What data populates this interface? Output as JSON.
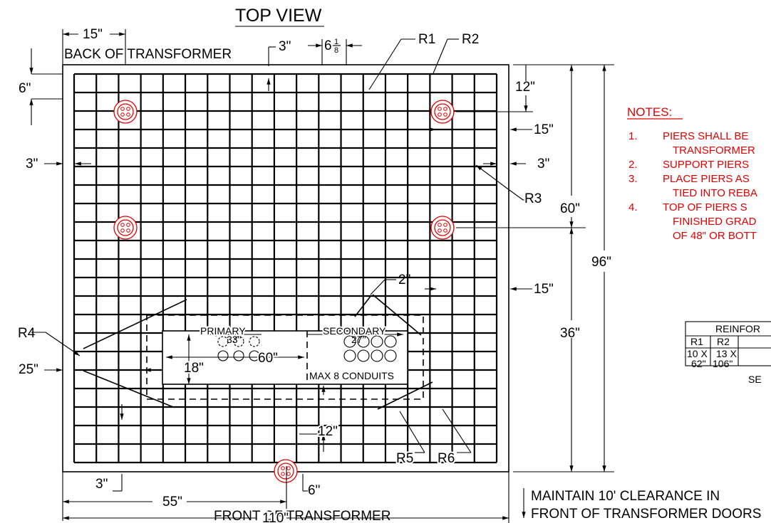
{
  "title": "TOP VIEW",
  "labels": {
    "back": "BACK OF TRANSFORMER",
    "front": "FRONT OF TRANSFORMER",
    "clearance_line1": "MAINTAIN 10' CLEARANCE IN",
    "clearance_line2": "FRONT OF TRANSFORMER DOORS",
    "primary": "PRIMARY",
    "primary_dim": "33\"",
    "secondary": "SECONDARY",
    "secondary_dim": "27\"",
    "max_conduits": "MAX 8 CONDUITS"
  },
  "rebar_labels": {
    "r1": "R1",
    "r2": "R2",
    "r3": "R3",
    "r4": "R4",
    "r5": "R5",
    "r6": "R6"
  },
  "dimensions": {
    "d15_top": "15\"",
    "d3_top": "3\"",
    "d6_1_8_whole": "6",
    "d6_1_8_num": "1",
    "d6_1_8_den": "8",
    "d6_left": "6\"",
    "d12_right": "12\"",
    "d15_right_upper": "15\"",
    "d3_left": "3\"",
    "d3_right": "3\"",
    "d60_right": "60\"",
    "d96_right": "96\"",
    "d2": "2\"",
    "d15_right_lower": "15\"",
    "d36_right": "36\"",
    "d18_window": "18\"",
    "d60_window": "60\"",
    "d25_left": "25\"",
    "d12_bottom": "12\"",
    "d3_bottom": "3\"",
    "d6_bottom": "6\"",
    "d55_bottom": "55\"",
    "d110_bottom": "110\""
  },
  "notes": {
    "heading": "NOTES:",
    "items": [
      {
        "num": "1.",
        "line1": "PIERS SHALL BE",
        "line2": "TRANSFORMER"
      },
      {
        "num": "2.",
        "line1": "SUPPORT PIERS",
        "line2": ""
      },
      {
        "num": "3.",
        "line1": "PLACE PIERS AS",
        "line2": "TIED INTO REBA"
      },
      {
        "num": "4.",
        "line1": "TOP OF PIERS S",
        "line2": "FINISHED GRAD",
        "line3": "OF 48\" OR BOTT"
      }
    ]
  },
  "reinforcement_table": {
    "title": "REINFOR",
    "headers": [
      "R1",
      "R2"
    ],
    "row_line1": [
      "10 X",
      "13 X"
    ],
    "row_line2": [
      "62\"",
      "106\""
    ],
    "footer": "SE"
  },
  "colors": {
    "line": "#000000",
    "notes": "#e00000",
    "pier": "#e00000"
  }
}
